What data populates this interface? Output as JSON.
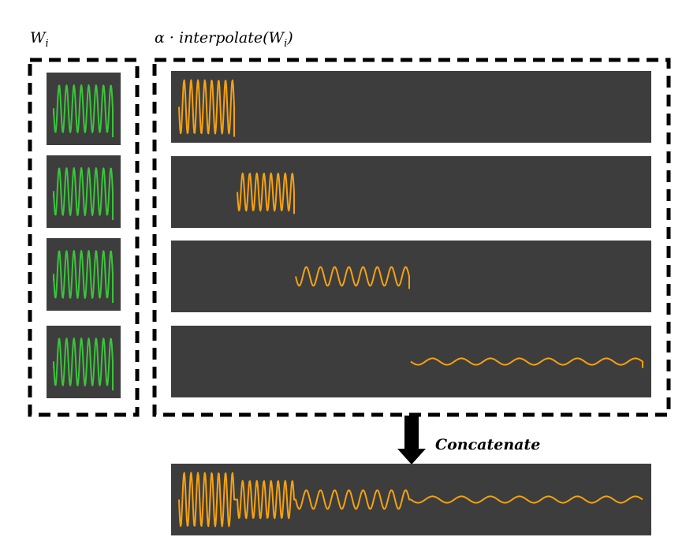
{
  "labels": {
    "left": "W",
    "left_sub": "i",
    "right_prefix": "α · interpolate(W",
    "right_sub": "i",
    "right_suffix": ")",
    "concat": "Concatenate"
  },
  "colors": {
    "panel": "#3d3d3d",
    "green": "#3bc43b",
    "orange": "#f5a20f",
    "frame": "#000000",
    "arrow": "#000000"
  },
  "waves": {
    "input_cycles": [
      8,
      8,
      8,
      8
    ],
    "segment_cycles": [
      8,
      8,
      8,
      8
    ],
    "segment_scale": [
      1.0,
      0.7,
      0.35,
      0.12
    ]
  }
}
